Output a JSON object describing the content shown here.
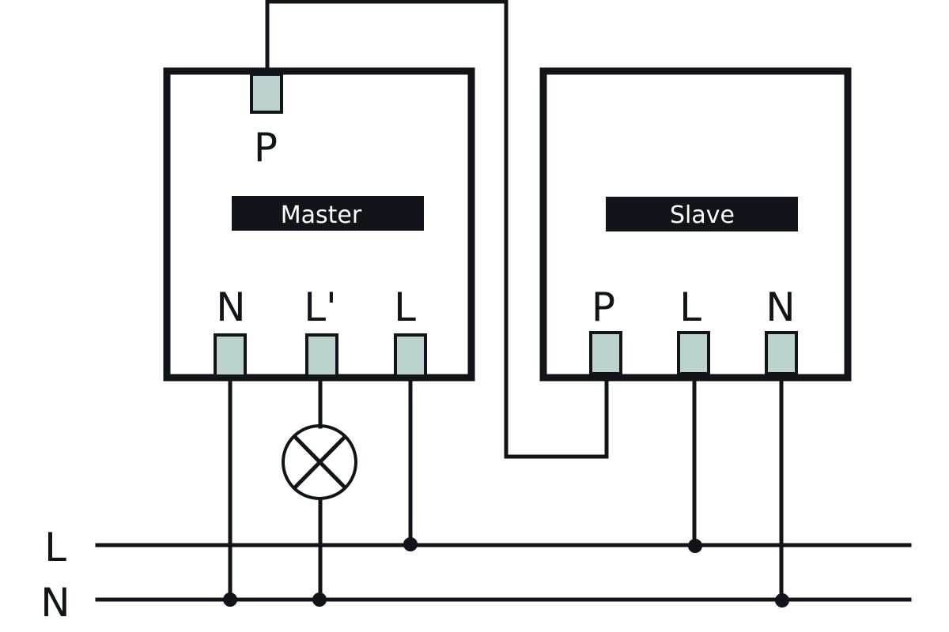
{
  "diagram": {
    "title": "Master/Slave switch wiring diagram",
    "colors": {
      "line": "#111418",
      "terminal_fill": "#bcd2cd",
      "background": "#ffffff",
      "label_bar_text": "#ffffff"
    },
    "master": {
      "name": "Master",
      "top_terminal": "P",
      "terminals": [
        "N",
        "L'",
        "L"
      ]
    },
    "slave": {
      "name": "Slave",
      "terminals": [
        "P",
        "L",
        "N"
      ]
    },
    "bus": {
      "lines": [
        "L",
        "N"
      ]
    },
    "lamp": {
      "icon": "lamp-icon",
      "symbol": "circle-with-x"
    },
    "connections": [
      {
        "from": "master.P",
        "to": "slave.P"
      },
      {
        "from": "master.N",
        "to": "bus.N"
      },
      {
        "from": "master.L'",
        "to": "lamp",
        "then": "bus.N"
      },
      {
        "from": "master.L",
        "to": "bus.L"
      },
      {
        "from": "slave.L",
        "to": "bus.L"
      },
      {
        "from": "slave.N",
        "to": "bus.N"
      }
    ]
  }
}
